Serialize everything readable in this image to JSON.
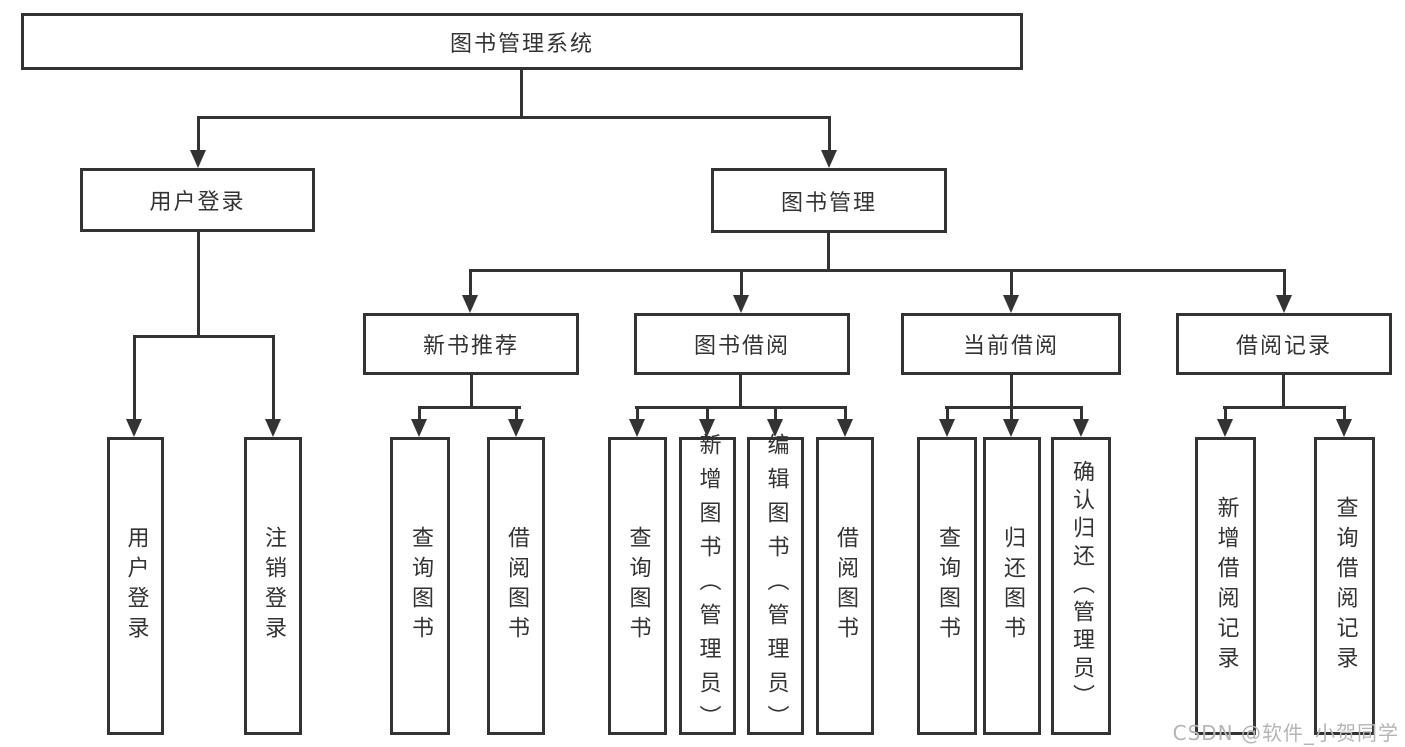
{
  "colors": {
    "line": "#333333",
    "text": "#333333",
    "watermark": "#b5b5b5"
  },
  "tree": {
    "label": "图书管理系统",
    "children": [
      {
        "label": "用户登录",
        "children": [
          {
            "label": "用户登录"
          },
          {
            "label": "注销登录"
          }
        ]
      },
      {
        "label": "图书管理",
        "children": [
          {
            "label": "新书推荐",
            "children": [
              {
                "label": "查询图书"
              },
              {
                "label": "借阅图书"
              }
            ]
          },
          {
            "label": "图书借阅",
            "children": [
              {
                "label": "查询图书"
              },
              {
                "label": "新增图书（管理员）"
              },
              {
                "label": "编辑图书（管理员）"
              },
              {
                "label": "借阅图书"
              }
            ]
          },
          {
            "label": "当前借阅",
            "children": [
              {
                "label": "查询图书"
              },
              {
                "label": "归还图书"
              },
              {
                "label": "确认归还（管理员）"
              }
            ]
          },
          {
            "label": "借阅记录",
            "children": [
              {
                "label": "新增借阅记录"
              },
              {
                "label": "查询借阅记录"
              }
            ]
          }
        ]
      }
    ]
  },
  "watermark": {
    "text": "CSDN @软件_小贺同学"
  }
}
